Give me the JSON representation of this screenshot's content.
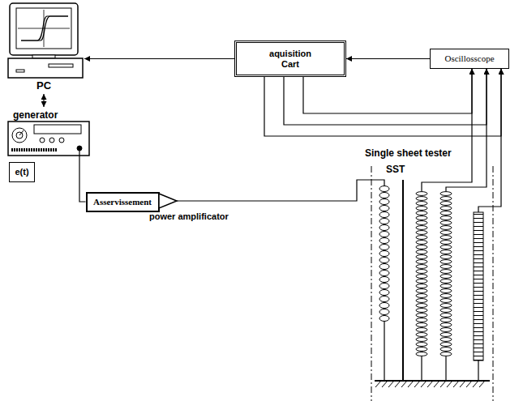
{
  "diagram": {
    "nodes": [
      {
        "text": [
          "PC"
        ]
      },
      {
        "text": [
          "generator"
        ]
      },
      {
        "text": [
          "e(t)"
        ]
      },
      {
        "text": [
          "Asservissement"
        ]
      },
      {
        "text": [
          "power amplificator"
        ]
      },
      {
        "text": [
          "aquisition Cart"
        ]
      },
      {
        "text": [
          "Oscillosscope"
        ]
      },
      {
        "text": [
          "Single sheet tester",
          "SST"
        ]
      }
    ],
    "edges": [
      {
        "from": 0,
        "to": 1,
        "arrow": "both"
      },
      {
        "from": 5,
        "to": 0,
        "arrow": "to"
      },
      {
        "from": 6,
        "to": 5,
        "arrow": "to"
      },
      {
        "from": 1,
        "to": 3,
        "arrow": "none"
      },
      {
        "from": 3,
        "to": 4,
        "arrow": "none"
      },
      {
        "from": 4,
        "to": 7,
        "arrow": "none"
      },
      {
        "from": 5,
        "to": 6,
        "arrow": "to"
      },
      {
        "from": 5,
        "to": 6,
        "arrow": "to"
      },
      {
        "from": 5,
        "to": 6,
        "arrow": "to"
      },
      {
        "from": 7,
        "to": 6,
        "arrow": "to"
      },
      {
        "from": 7,
        "to": 6,
        "arrow": "to"
      },
      {
        "from": 7,
        "to": 6,
        "arrow": "to"
      }
    ]
  }
}
